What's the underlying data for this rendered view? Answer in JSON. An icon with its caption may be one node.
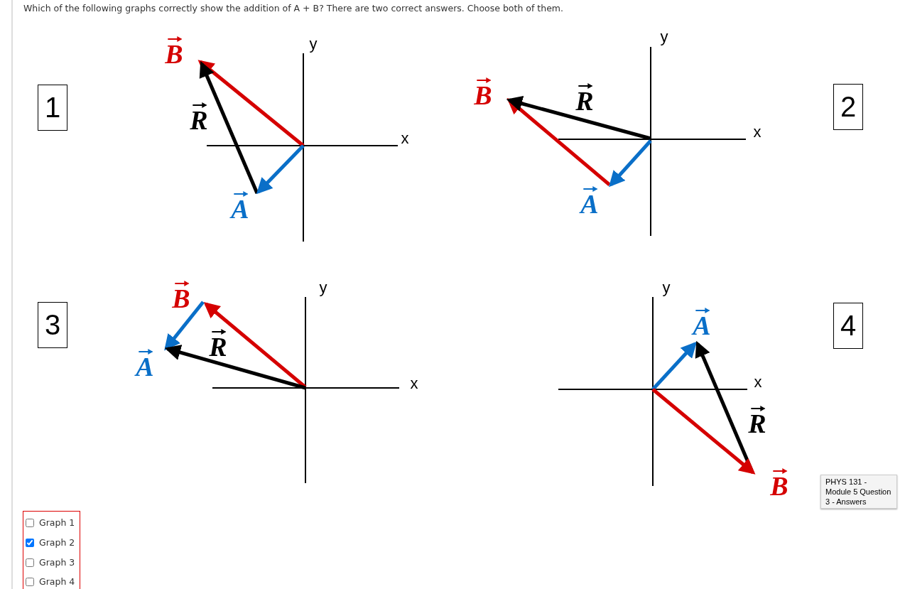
{
  "diagram": {
    "title": "Which of the following graphs correctly show the addition of A + B? There are two correct answers. Choose both of them.",
    "nodes": [
      {
        "text": [
          "1"
        ]
      },
      {
        "text": [
          "2"
        ]
      },
      {
        "text": [
          "3"
        ]
      },
      {
        "text": [
          "4"
        ]
      }
    ],
    "labels": [
      "B",
      "y",
      "R",
      "x",
      "A",
      "y",
      "B",
      "R",
      "x",
      "A",
      "B",
      "y",
      "R",
      "A",
      "x",
      "y",
      "A",
      "x",
      "R",
      "B",
      "PHYS 131 - Module 5 Question 3 - Answers",
      "Graph 1",
      "Graph 2",
      "Graph 3",
      "Graph 4"
    ]
  }
}
